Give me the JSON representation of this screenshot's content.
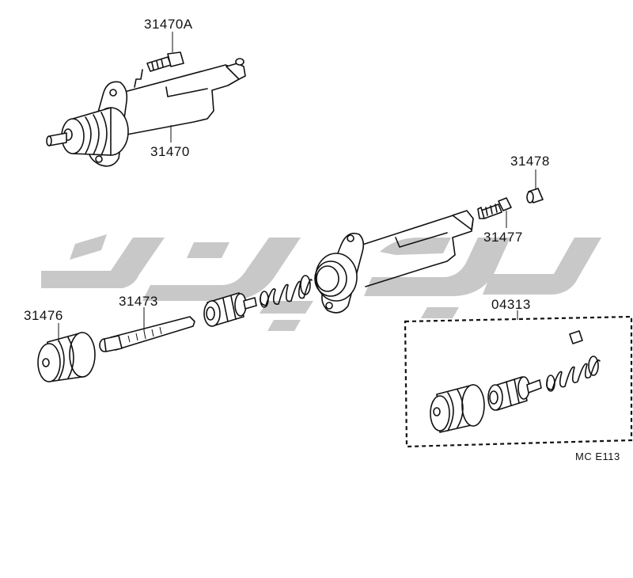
{
  "diagram": {
    "labels": {
      "p31470A": "31470A",
      "p31470": "31470",
      "p31478": "31478",
      "p31477": "31477",
      "p31476": "31476",
      "p31473": "31473",
      "p04313": "04313"
    },
    "figure_code": "MC E113"
  },
  "colors": {
    "line": "#111111",
    "watermark": "#c8c8c8",
    "background": "#ffffff"
  }
}
